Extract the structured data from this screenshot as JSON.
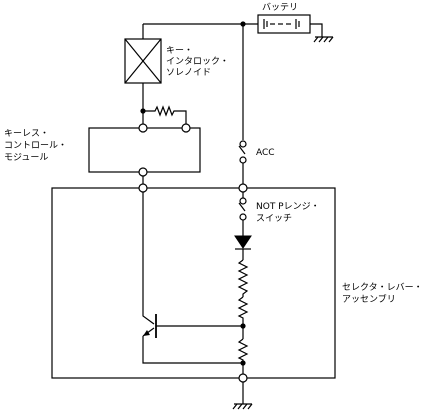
{
  "labels": {
    "battery": "バッテリ",
    "solenoid_line1": "キー・",
    "solenoid_line2": "インタロック・",
    "solenoid_line3": "ソレノイド",
    "keyless_line1": "キーレス・",
    "keyless_line2": "コントロール・",
    "keyless_line3": "モジュール",
    "acc": "ACC",
    "notp_line1": "NOT Pレンジ・",
    "notp_line2": "スイッチ",
    "selector_line1": "セレクタ・レバー・",
    "selector_line2": "アッセンブリ"
  }
}
